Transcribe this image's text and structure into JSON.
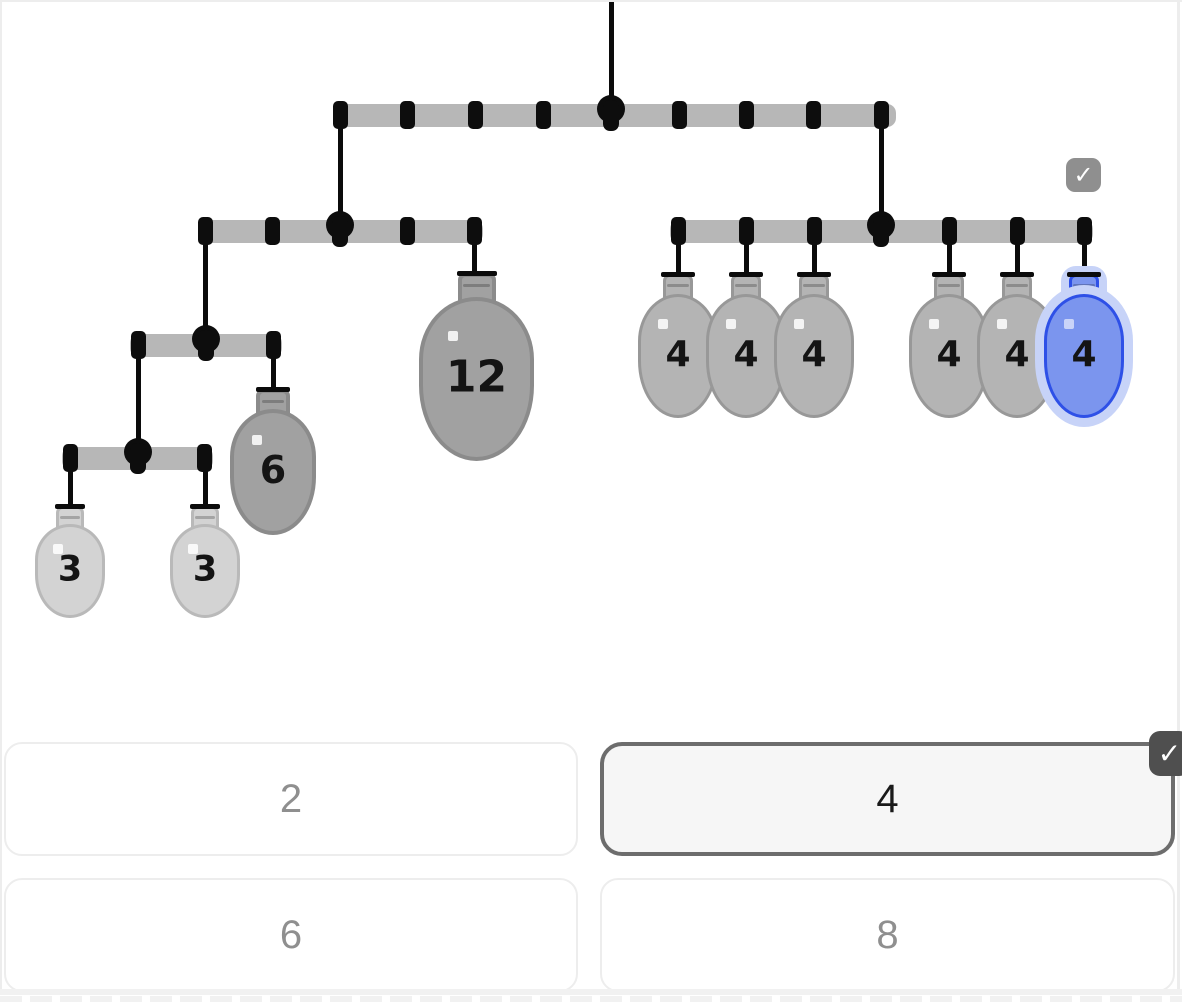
{
  "icons": {
    "check": "✓"
  },
  "mobile": {
    "description_visible": "",
    "balloons": [
      {
        "value": "3",
        "state": "normal"
      },
      {
        "value": "3",
        "state": "normal"
      },
      {
        "value": "6",
        "state": "normal"
      },
      {
        "value": "12",
        "state": "normal"
      },
      {
        "value": "4",
        "state": "normal"
      },
      {
        "value": "4",
        "state": "normal"
      },
      {
        "value": "4",
        "state": "normal"
      },
      {
        "value": "4",
        "state": "normal"
      },
      {
        "value": "4",
        "state": "normal"
      },
      {
        "value": "4",
        "state": "selected"
      }
    ]
  },
  "answers": {
    "options": [
      {
        "label": "2",
        "selected": false
      },
      {
        "label": "4",
        "selected": true
      },
      {
        "label": "6",
        "selected": false
      },
      {
        "label": "8",
        "selected": false
      }
    ]
  },
  "colors": {
    "balloon_light": "#d3d3d3",
    "balloon_medium": "#b4b4b4",
    "balloon_dark": "#a1a1a1",
    "balloon_selected_fill": "#7b95ee",
    "balloon_selected_border": "#2e50e7",
    "balloon_selected_glow": "#c7d3f8",
    "beam": "#b7b7b7",
    "string": "#0b0b0b",
    "badge_gray": "#8f8f8f",
    "badge_dark": "#4f4f4f",
    "selected_button_border": "#6d6d6d",
    "button_border": "#ededed",
    "button_text": "#8f8f8f"
  }
}
